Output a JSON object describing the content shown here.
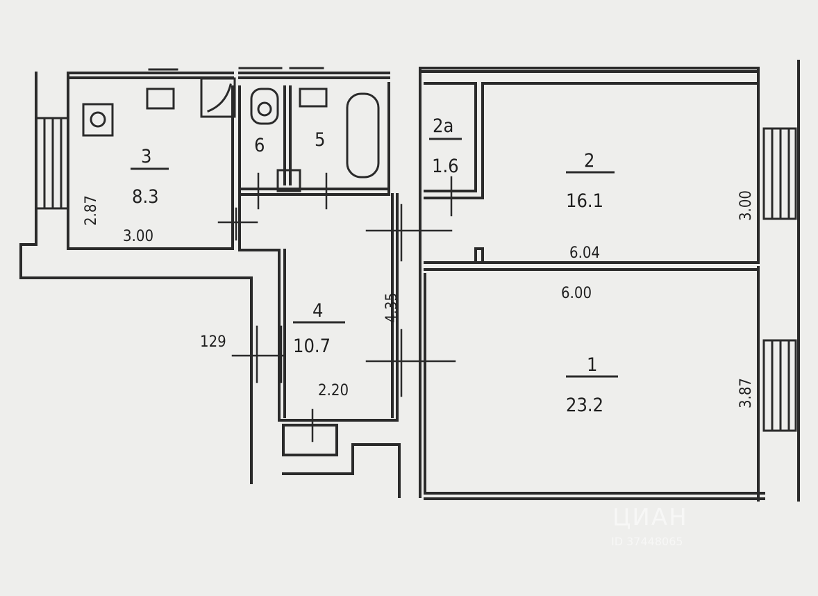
{
  "rooms": [
    {
      "number": "1",
      "area": "23.2"
    },
    {
      "number": "2",
      "area": "16.1"
    },
    {
      "number": "2a",
      "area": "1.6"
    },
    {
      "number": "3",
      "area": "8.3"
    },
    {
      "number": "4",
      "area": "10.7"
    },
    {
      "number": "5",
      "area": ""
    },
    {
      "number": "6",
      "area": ""
    }
  ],
  "dimensions": {
    "room3_width": "3.00",
    "room3_height": "2.87",
    "room2_width": "6.04",
    "room2_height": "3.00",
    "room1_width": "6.00",
    "room1_height": "3.87",
    "corridor_height": "4.35",
    "corridor_width": "2.20",
    "corridor_side": "129"
  },
  "watermark": {
    "brand": "ЦИАН",
    "id": "ID 37448065"
  }
}
